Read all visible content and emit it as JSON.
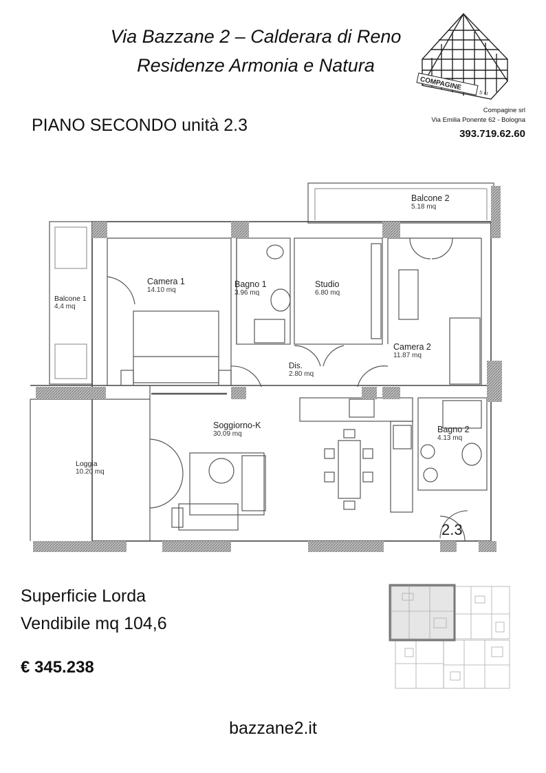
{
  "header": {
    "line1": "Via Bazzane 2 – Calderara di Reno",
    "line2": "Residenze Armonia e Natura",
    "floor_title": "PIANO SECONDO unità 2.3"
  },
  "company": {
    "logo_text": "COMPAGINE",
    "logo_suffix": "S r l",
    "name": "Compagine srl",
    "address": "Via Emilia Ponente 62 - Bologna",
    "phone": "393.719.62.60"
  },
  "rooms": [
    {
      "id": "balcone2",
      "label": "Balcone 2",
      "area": "5.18 mq"
    },
    {
      "id": "camera1",
      "label": "Camera 1",
      "area": "14.10 mq"
    },
    {
      "id": "bagno1",
      "label": "Bagno 1",
      "area": "3.96 mq"
    },
    {
      "id": "studio",
      "label": "Studio",
      "area": "6.80 mq"
    },
    {
      "id": "balcone1",
      "label": "Balcone 1",
      "area": "4,4 mq"
    },
    {
      "id": "camera2",
      "label": "Camera 2",
      "area": "11.87 mq"
    },
    {
      "id": "dis",
      "label": "Dis.",
      "area": "2.80 mq"
    },
    {
      "id": "soggiorno",
      "label": "Soggiorno-K",
      "area": "30.09 mq"
    },
    {
      "id": "bagno2",
      "label": "Bagno 2",
      "area": "4.13 mq"
    },
    {
      "id": "loggia",
      "label": "Loggia",
      "area": "10.20 mq"
    }
  ],
  "unit_badge": "2.3",
  "summary": {
    "line1": "Superficie Lorda",
    "line2": "Vendibile mq 104,6",
    "price": "€ 345.238"
  },
  "website": "bazzane2.it"
}
